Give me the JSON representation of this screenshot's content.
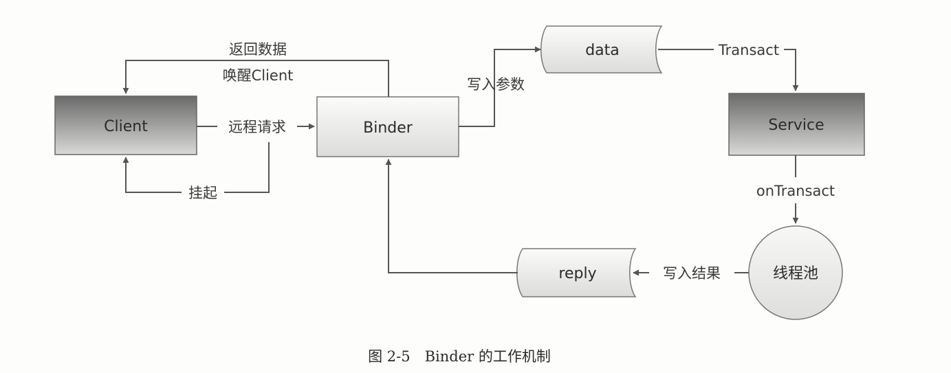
{
  "nodes": {
    "client": "Client",
    "binder": "Binder",
    "data": "data",
    "service": "Service",
    "thread_pool": "线程池",
    "reply": "reply"
  },
  "edges": {
    "return_data": "返回数据",
    "wake_client": "唤醒Client",
    "remote_request": "远程请求",
    "suspend": "挂起",
    "write_params": "写入参数",
    "transact": "Transact",
    "on_transact": "onTransact",
    "write_result": "写入结果"
  },
  "caption": "图 2-5　Binder 的工作机制"
}
